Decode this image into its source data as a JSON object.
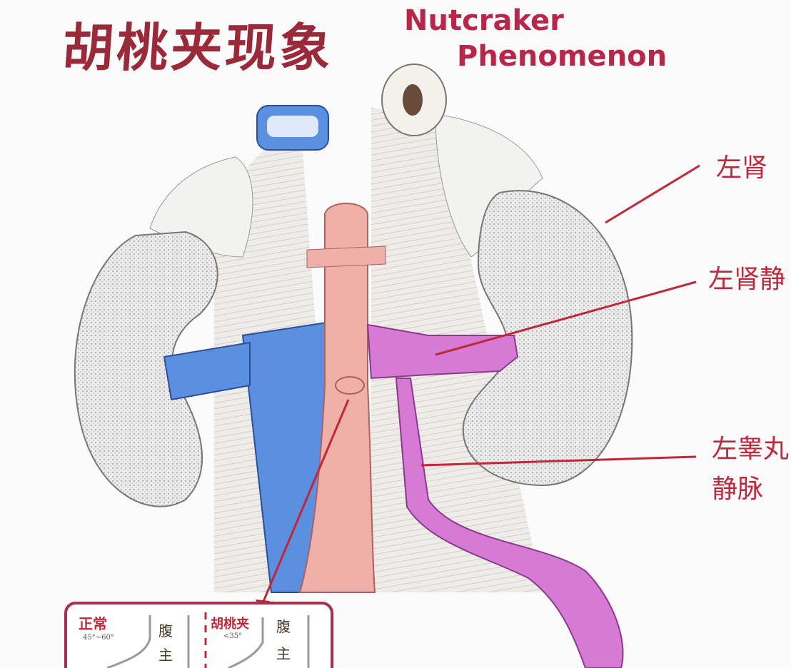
{
  "title": {
    "chinese": "胡桃夹现象",
    "english_line1": "Nutcraker",
    "english_line2": "Phenomenon"
  },
  "labels": {
    "left_kidney": "左肾",
    "left_renal_vein": "左肾静",
    "left_testicular_vein_line1": "左睾丸",
    "left_testicular_vein_line2": "静脉"
  },
  "inset": {
    "normal": {
      "title": "正常",
      "angle": "45°~60°",
      "vessel_text_1": "腹",
      "vessel_text_2": "主"
    },
    "nutcracker": {
      "title": "胡桃夹",
      "angle": "<35°",
      "vessel_text_1": "腹",
      "vessel_text_2": "主"
    }
  },
  "colors": {
    "title": "#9a2a3a",
    "label_red": "#c0283a",
    "vein_blue": "#5b8fe0",
    "artery_pink": "#eeb0a8",
    "renal_vein_purple": "#d67ad6",
    "kidney_gray": "#e4e4e4"
  }
}
